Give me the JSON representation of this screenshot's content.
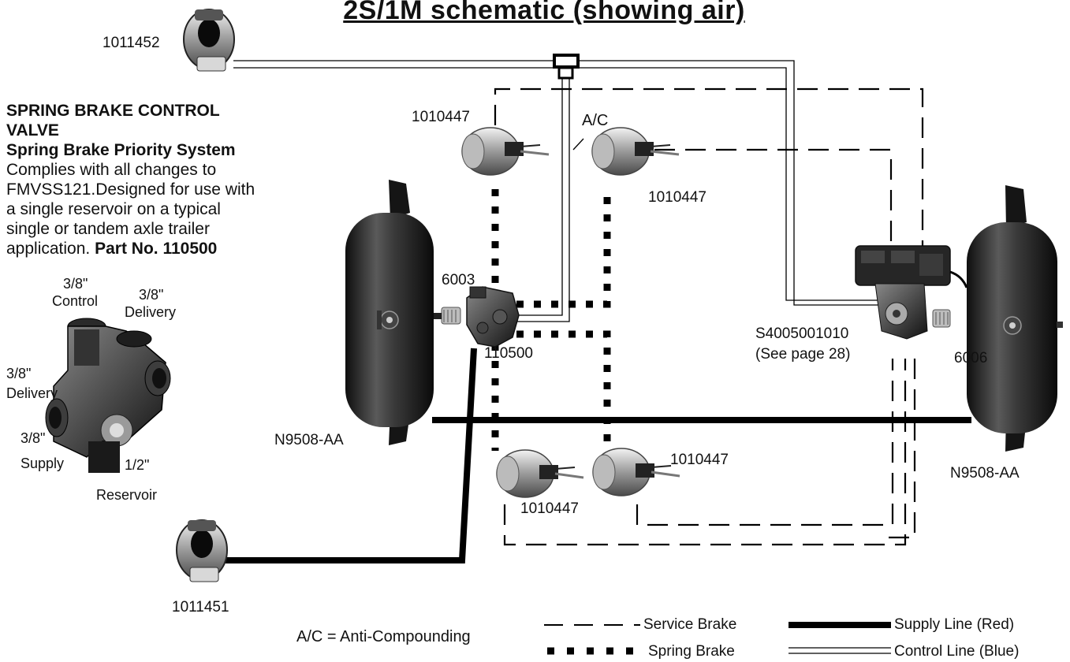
{
  "title": "2S/1M schematic (showing air)",
  "description": {
    "heading1": "SPRING BRAKE CONTROL VALVE",
    "heading2": "Spring Brake Priority System",
    "body": "Complies with all changes to FMVSS121.Designed for use with a single reservoir on a typical single or tandem axle trailer application.",
    "part_prefix": "Part No. 110500"
  },
  "valve_ports": {
    "control_frac": "3/8\"",
    "control": "Control",
    "delivery_top_val": "3/8\"",
    "delivery_top": "Delivery",
    "delivery_left_val": "3/8\"",
    "delivery_left": "Delivery",
    "supply_frac": "3/8\"",
    "supply": "Supply",
    "reservoir_frac": "1/2\"",
    "reservoir": "Reservoir"
  },
  "parts": {
    "gladhand_control": "1011452",
    "gladhand_supply": "1011451",
    "chamber_top_left": "1010447",
    "chamber_top_right": "1010447",
    "chamber_bottom_left": "1010447",
    "chamber_bottom_right": "1010447",
    "tank_left": "N9508-AA",
    "tank_right": "N9508-AA",
    "drain_left": "6003",
    "drain_right": "6006",
    "valve": "110500",
    "abs_module": "S4005001010",
    "abs_note": "(See page 28)",
    "ac": "A/C"
  },
  "legend": {
    "ac_def": "A/C = Anti-Compounding",
    "service": "Service Brake",
    "spring": "Spring Brake",
    "supply": "Supply Line (Red)",
    "control": "Control Line (Blue)"
  },
  "colors": {
    "line": "#000000",
    "tank_dark": "#1c1c1c",
    "tank_light": "#6a6a6a",
    "valve_body": "#2a2a2a"
  }
}
